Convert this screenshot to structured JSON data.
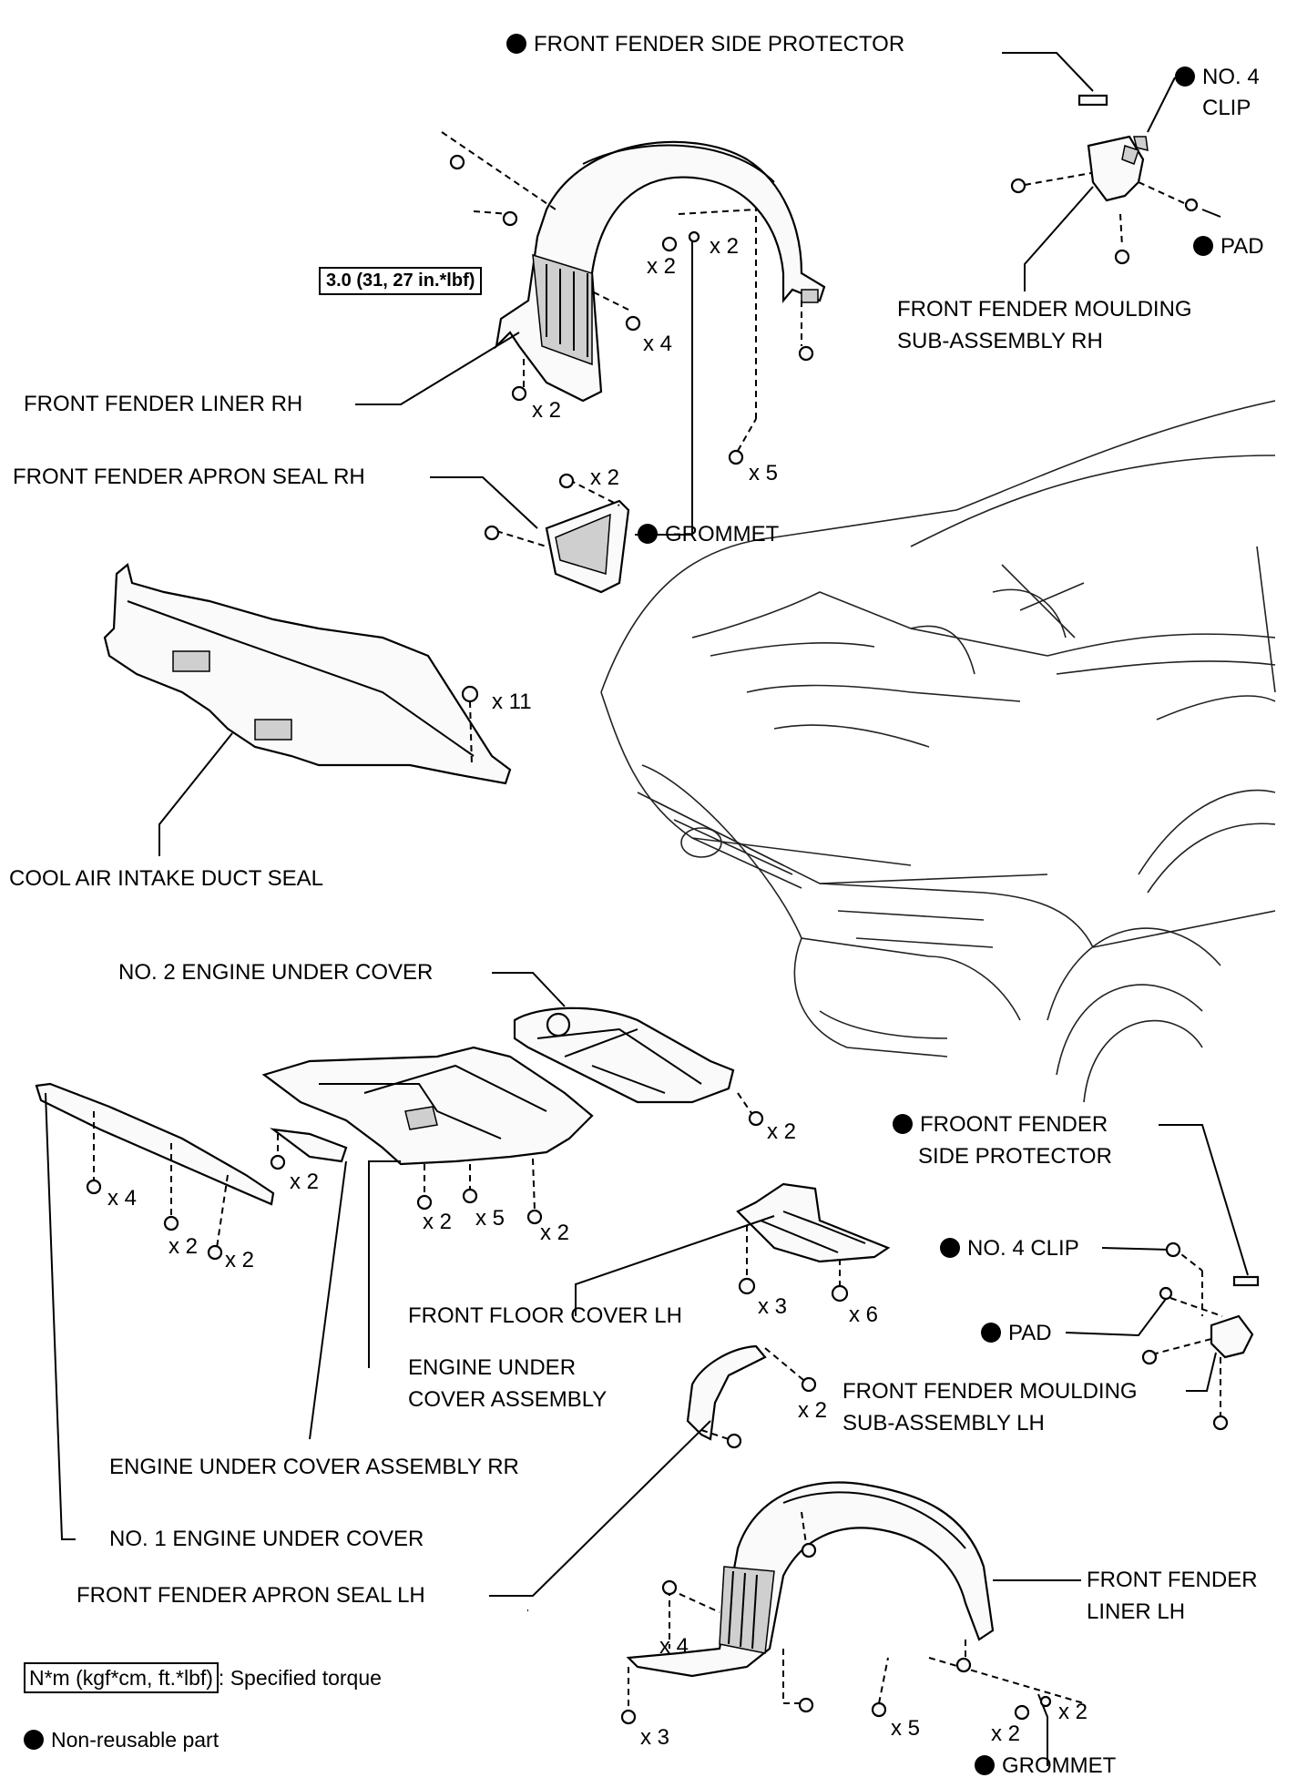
{
  "labels": {
    "front_fender_side_protector_top": "FRONT FENDER SIDE PROTECTOR",
    "no4_clip_top_l1": "NO. 4",
    "no4_clip_top_l2": "CLIP",
    "pad_top": "PAD",
    "front_fender_moulding_rh_l1": "FRONT FENDER MOULDING",
    "front_fender_moulding_rh_l2": "SUB-ASSEMBLY RH",
    "front_fender_liner_rh": "FRONT FENDER LINER RH",
    "front_fender_apron_seal_rh": "FRONT FENDER APRON SEAL RH",
    "grommet_top": "GROMMET",
    "cool_air_intake_duct_seal": "COOL AIR INTAKE DUCT SEAL",
    "no2_engine_under_cover": "NO. 2 ENGINE UNDER COVER",
    "froont_fender_side_protector_l1": "FROONT FENDER",
    "froont_fender_side_protector_l2": "SIDE PROTECTOR",
    "no4_clip_bottom": "NO. 4 CLIP",
    "front_floor_cover_lh": "FRONT FLOOR COVER LH",
    "pad_bottom": "PAD",
    "engine_under_cover_assembly_l1": "ENGINE UNDER",
    "engine_under_cover_assembly_l2": "COVER ASSEMBLY",
    "front_fender_moulding_lh_l1": "FRONT FENDER MOULDING",
    "front_fender_moulding_lh_l2": "SUB-ASSEMBLY LH",
    "engine_under_cover_assembly_rr": "ENGINE UNDER COVER ASSEMBLY RR",
    "no1_engine_under_cover": "NO. 1 ENGINE UNDER COVER",
    "front_fender_apron_seal_lh": "FRONT FENDER APRON SEAL LH",
    "front_fender_liner_lh_l1": "FRONT FENDER",
    "front_fender_liner_lh_l2": "LINER LH",
    "grommet_bottom": "GROMMET"
  },
  "torque_spec": "3.0 (31, 27 in.*lbf)",
  "counts": {
    "c_liner_rh_top_x2a": "x 2",
    "c_liner_rh_top_x2b": "x 2",
    "c_liner_rh_x4": "x 4",
    "c_liner_rh_x2": "x 2",
    "c_liner_rh_x5": "x 5",
    "c_apron_rh_x2": "x 2",
    "c_duct_x11": "x 11",
    "c_no2_x2": "x 2",
    "c_rr_x2": "x 2",
    "c_no1_x4": "x 4",
    "c_no1_x2a": "x 2",
    "c_no1_x2b": "x 2",
    "c_euc_x2a": "x 2",
    "c_euc_x5": "x 5",
    "c_euc_x2b": "x 2",
    "c_floor_x3": "x 3",
    "c_floor_x6": "x 6",
    "c_apron_lh_x2": "x 2",
    "c_liner_lh_x4": "x 4",
    "c_liner_lh_x3": "x 3",
    "c_liner_lh_x5": "x 5",
    "c_liner_lh_x2a": "x 2",
    "c_liner_lh_x2b": "x 2"
  },
  "legend": {
    "torque_unit": "N*m (kgf*cm, ft.*lbf)",
    "torque_text": ": Specified torque",
    "nonreusable_text": "Non-reusable part"
  }
}
